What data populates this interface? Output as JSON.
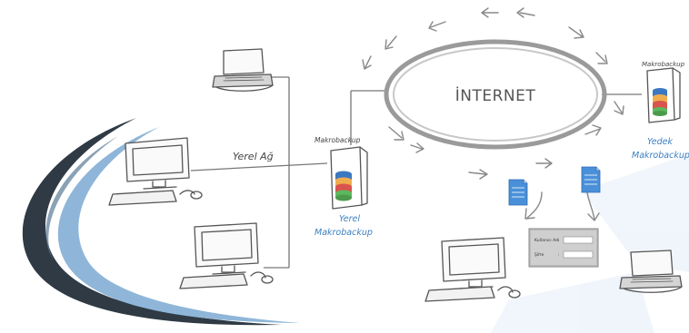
{
  "nodes": {
    "internet_label": "İNTERNET",
    "lan_label": "Yerel Ağ",
    "local_server_small_label": "Makrobackup",
    "local_server_caption_line1": "Yerel",
    "local_server_caption_line2": "Makrobackup",
    "backup_server_small_label": "Makrobackup",
    "backup_server_caption_line1": "Yedek",
    "backup_server_caption_line2": "Makrobackup"
  },
  "login_dialog": {
    "user_label": "Kullanıcı Adı",
    "password_label": "Şifre"
  },
  "colors": {
    "accent_blue": "#3a7fc0",
    "swoosh_dark": "#2f3a45",
    "swoosh_light": "#8fb6d8",
    "document_blue": "#4a90d9",
    "db_red": "#d9534f",
    "db_orange": "#f0ad4e",
    "db_green": "#5cb85c",
    "db_blue": "#3b78c2"
  }
}
